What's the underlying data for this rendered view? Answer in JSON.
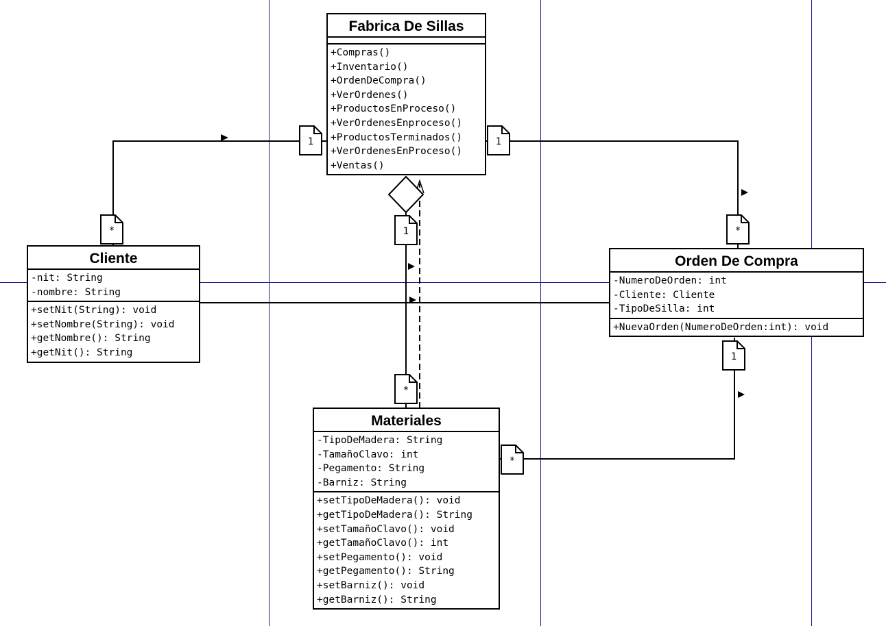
{
  "classes": {
    "fabrica": {
      "name": "Fabrica De Sillas",
      "attributes": [],
      "methods": [
        "+Compras()",
        "+Inventario()",
        "+OrdenDeCompra()",
        "+VerOrdenes()",
        "+ProductosEnProceso()",
        "+VerOrdenesEnproceso()",
        "+ProductosTerminados()",
        "+VerOrdenesEnProceso()",
        "+Ventas()"
      ]
    },
    "cliente": {
      "name": "Cliente",
      "attributes": [
        "-nit: String",
        "-nombre: String"
      ],
      "methods": [
        "+setNit(String): void",
        "+setNombre(String): void",
        "+getNombre(): String",
        "+getNit(): String"
      ]
    },
    "orden": {
      "name": "Orden De Compra",
      "attributes": [
        "-NumeroDeOrden: int",
        "-Cliente: Cliente",
        "-TipoDeSilla: int"
      ],
      "methods": [
        "+NuevaOrden(NumeroDeOrden:int): void"
      ]
    },
    "materiales": {
      "name": "Materiales",
      "attributes": [
        "-TipoDeMadera: String",
        "-TamañoClavo: int",
        "-Pegamento: String",
        "-Barniz: String"
      ],
      "methods": [
        "+setTipoDeMadera(): void",
        "+getTipoDeMadera(): String",
        "+setTamañoClavo(): void",
        "+getTamañoClavo(): int",
        "+setPegamento(): void",
        "+getPegamento(): String",
        "+setBarniz(): void",
        "+getBarniz(): String"
      ]
    }
  },
  "multiplicities": {
    "fabrica_cliente": "1",
    "cliente_fabrica": "*",
    "fabrica_orden": "1",
    "orden_fabrica": "*",
    "fabrica_materiales": "1",
    "materiales_fabrica": "*",
    "orden_materiales": "1",
    "materiales_orden": "*"
  },
  "colors": {
    "page_guides": "#1a1a8c",
    "ink": "#000000"
  }
}
